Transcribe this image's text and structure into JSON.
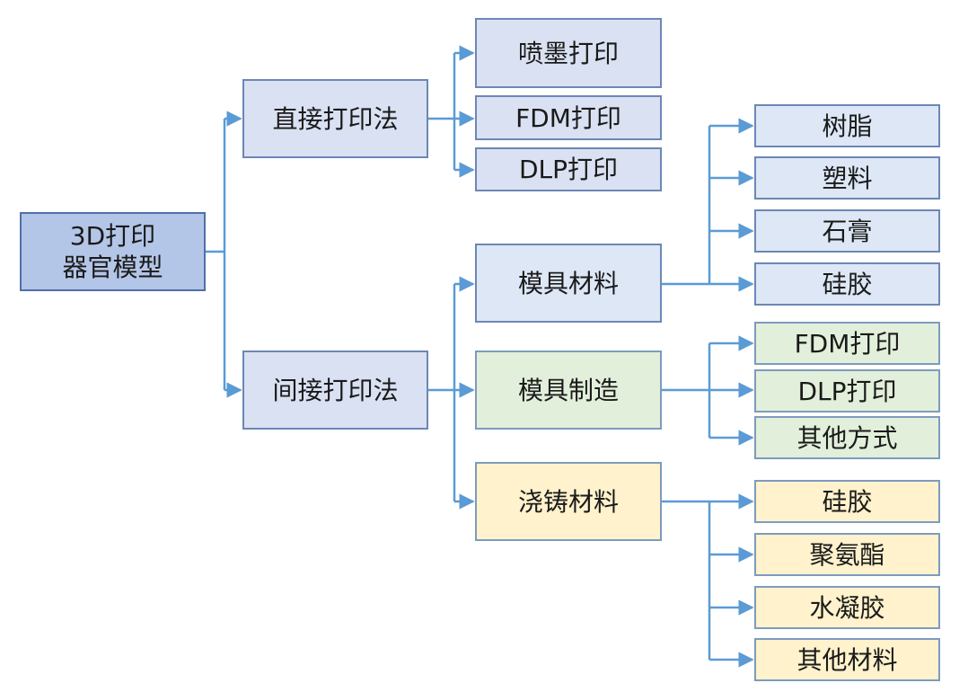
{
  "root": {
    "label": "3D打印\n器官模型"
  },
  "direct": {
    "label": "直接打印法",
    "children": [
      "喷墨打印",
      "FDM打印",
      "DLP打印"
    ]
  },
  "indirect": {
    "label": "间接打印法",
    "mold_material": {
      "label": "模具材料",
      "children": [
        "树脂",
        "塑料",
        "石膏",
        "硅胶"
      ]
    },
    "mold_making": {
      "label": "模具制造",
      "children": [
        "FDM打印",
        "DLP打印",
        "其他方式"
      ]
    },
    "casting_material": {
      "label": "浇铸材料",
      "children": [
        "硅胶",
        "聚氨酯",
        "水凝胶",
        "其他材料"
      ]
    }
  },
  "colors": {
    "connector": "#5b9bd5",
    "root_fill": "#b4c6e7",
    "blue_fill": "#dde7f6",
    "green_fill": "#e2efda",
    "yellow_fill": "#fff2cc"
  }
}
